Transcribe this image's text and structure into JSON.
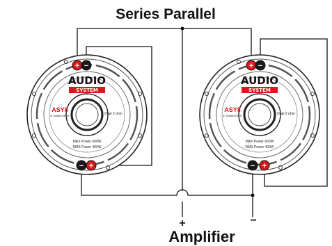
{
  "title": "Series Parallel",
  "amplifier": {
    "label": "Amplifier",
    "plus": "+",
    "minus": "−"
  },
  "speaker": {
    "brand_top": "AUDIO",
    "brand_bottom": "SYSTEM",
    "model": "ASY8",
    "model_sub": "8\" SUBWOOFER",
    "impedance": "Dual 2 ohm",
    "max_power": "MAX Power 600W",
    "rms_power": "RMS Power 400W",
    "plus_sign": "+",
    "minus_sign": "−"
  },
  "colors": {
    "terminal_positive": "#d7191c",
    "terminal_negative": "#1a1a1a",
    "model_text": "#d7191c",
    "wire": "#111111"
  }
}
